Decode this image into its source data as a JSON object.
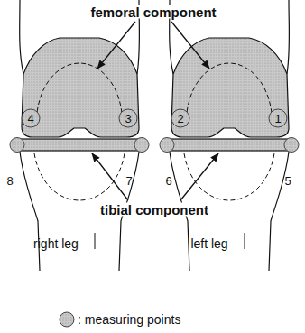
{
  "diagram": {
    "labels": [
      "femoral component",
      "tibial component",
      "4",
      "3",
      "2",
      "1",
      "8",
      "7",
      "6",
      "5",
      "right leg",
      "left leg"
    ],
    "legend": [
      {
        "text": ": measuring points"
      }
    ]
  }
}
